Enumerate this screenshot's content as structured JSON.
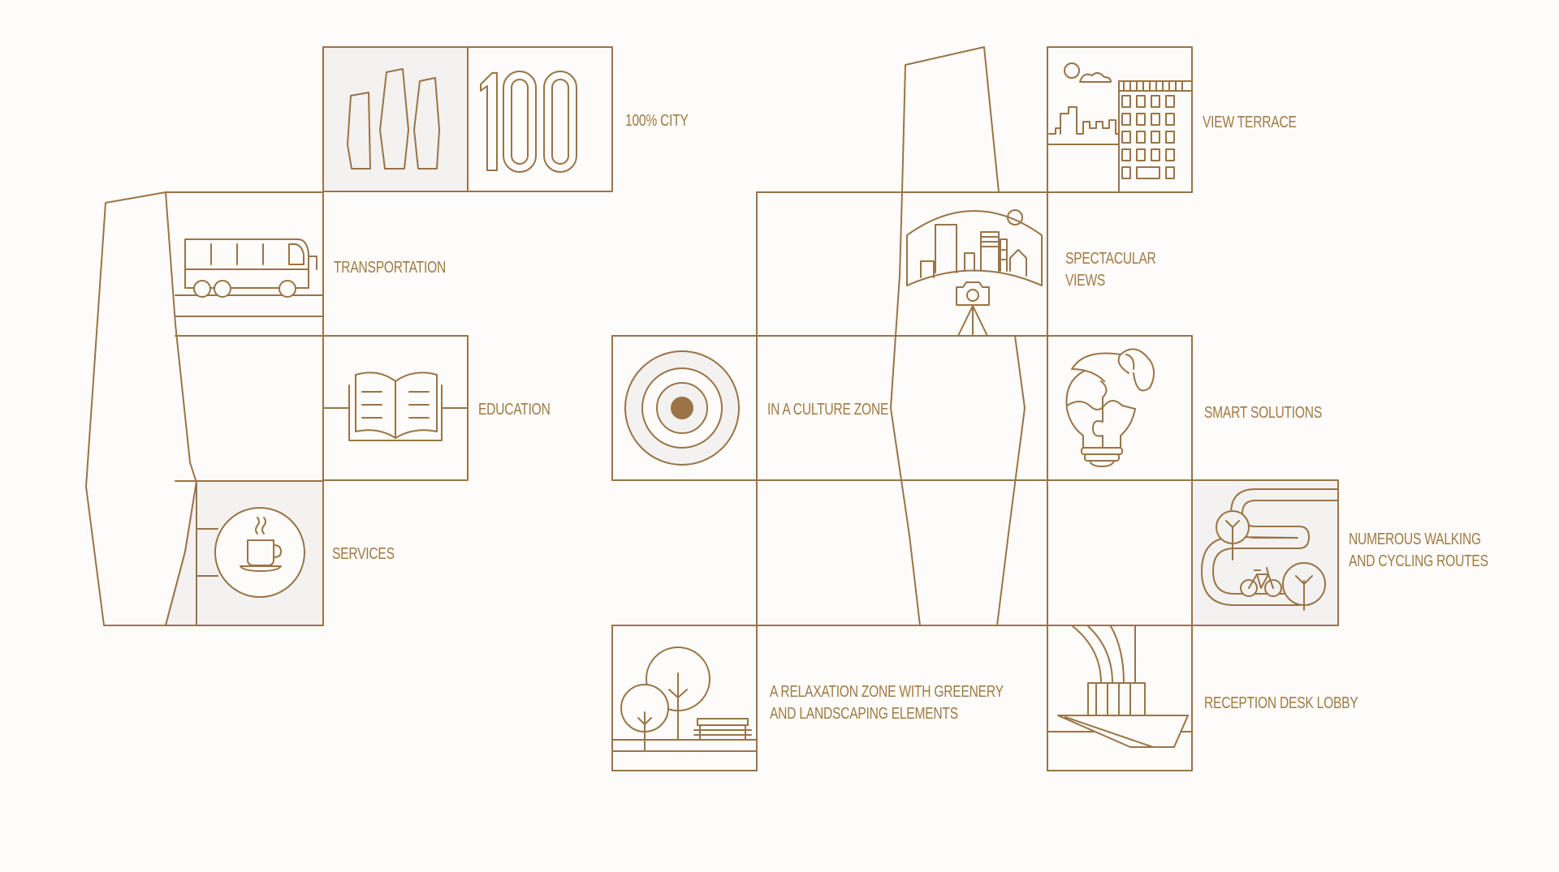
{
  "colors": {
    "line": "#9a7445",
    "text": "#a07a42",
    "fill": "#f3f2f1",
    "accent": "#9a7445",
    "background": "#fdfcfa"
  },
  "badge_number": "100",
  "labels": {
    "city": "100% CITY",
    "transportation": "TRANSPORTATION",
    "education": "EDUCATION",
    "services": "SERVICES",
    "view_terrace": "VIEW TERRACE",
    "spectacular_views": [
      "SPECTACULAR",
      "VIEWS"
    ],
    "culture_zone": "IN A CULTURE ZONE",
    "smart_solutions": "SMART SOLUTIONS",
    "walking_routes": [
      "NUMEROUS WALKING",
      "AND CYCLING ROUTES"
    ],
    "relaxation_zone": [
      "A RELAXATION ZONE WITH GREENERY",
      "AND LANDSCAPING ELEMENTS"
    ],
    "reception": "RECEPTION DESK LOBBY"
  },
  "icons": [
    "towers-icon",
    "bus-icon",
    "book-icon",
    "coffee-cup-icon",
    "city-skyline-icon",
    "camera-icon",
    "target-icon",
    "lightbulb-puzzle-icon",
    "winding-road-icon",
    "bicycle-icon",
    "tree-icon",
    "park-bench-icon",
    "hotel-lobby-icon"
  ]
}
